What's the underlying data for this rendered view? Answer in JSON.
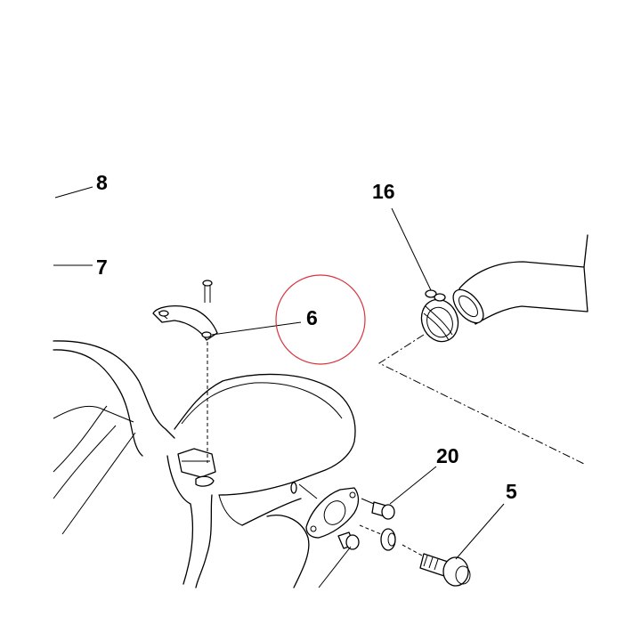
{
  "callouts": {
    "c8": "8",
    "c7": "7",
    "c6": "6",
    "c16": "16",
    "c20": "20",
    "c5": "5"
  },
  "highlight": {
    "color": "#d9333f",
    "target": "6"
  }
}
